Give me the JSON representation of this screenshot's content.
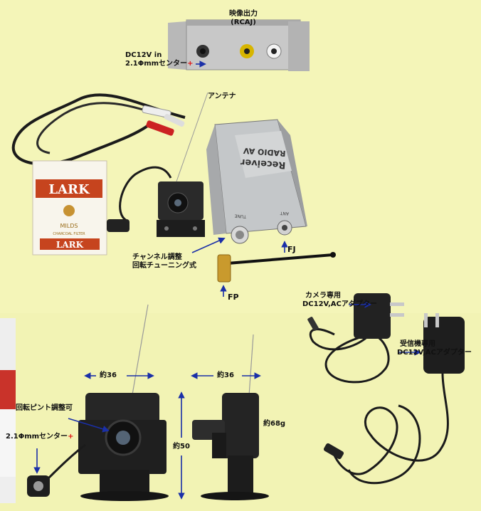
{
  "labels": {
    "video_out_line1": "映像出力",
    "video_out_line2": "(RCAJ)",
    "dc_in_line1": "DC12V in",
    "dc_in_line2": "2.1Φmmセンター",
    "plus_mark": "+",
    "antenna": "アンテナ",
    "channel_line1": "チャンネル調整",
    "channel_line2": "回転チューニング式",
    "fj": "FJ",
    "fp": "FP",
    "camera_adapter_line1": "カメラ専用",
    "camera_adapter_line2": "DC12V,ACアダプター",
    "receiver_adapter_line1": "受信機専用",
    "receiver_adapter_line2": "DC12V,ACアダプター",
    "width_front": "約36",
    "width_side": "約36",
    "focus": "回転ピント調整可",
    "height": "約50",
    "weight": "約68g",
    "camera_dc": "2.1Φmmセンター"
  },
  "product_prints": {
    "receiver_line1": "RADIO AV",
    "receiver_line2": "Receiver",
    "receiver_tune": "TUNE",
    "receiver_ant": "ANT",
    "cig_brand_top": "LARK",
    "cig_brand_bottom": "LARK",
    "cig_variant": "MILDS",
    "cig_subtext": "CHARCOAL FILTER"
  },
  "colors": {
    "background": "#f4f5b8",
    "arrow_blue": "#1a2fa8",
    "plus_red": "#e01010"
  }
}
